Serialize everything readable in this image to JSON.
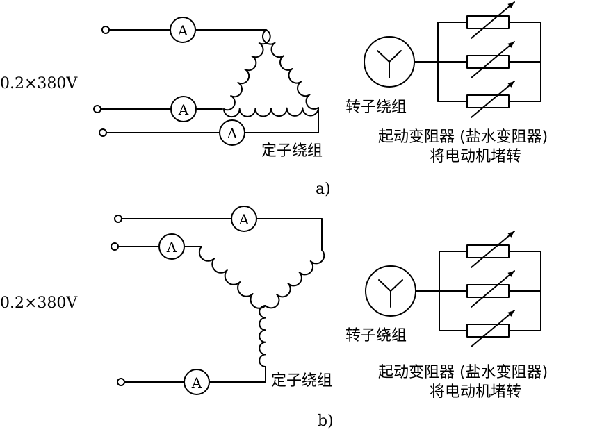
{
  "diagram_a": {
    "caption": "a)",
    "voltage_label": "0.2×380V",
    "meter_symbol": "A",
    "stator_label": "定子绕组",
    "rotor_label": "转子绕组",
    "rheostat_label": "起动变阻器 (盐水变阻器)",
    "locked_label": "将电动机堵转"
  },
  "diagram_b": {
    "caption": "b)",
    "voltage_label": "0.2×380V",
    "meter_symbol": "A",
    "stator_label": "定子绕组",
    "rotor_label": "转子绕组",
    "rheostat_label": "起动变阻器 (盐水变阻器)",
    "locked_label": "将电动机堵转"
  },
  "colors": {
    "line": "#000000",
    "background": "#ffffff"
  }
}
